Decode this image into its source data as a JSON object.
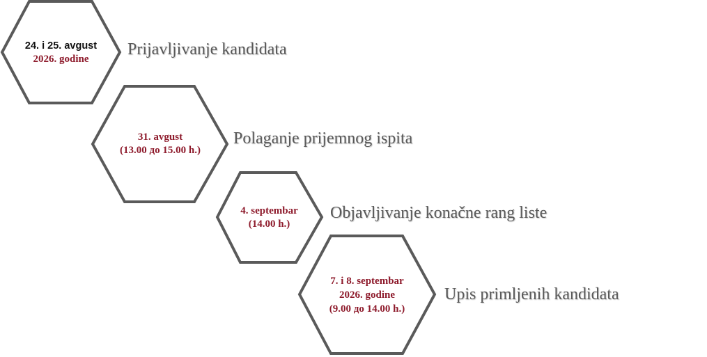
{
  "colors": {
    "hex_stroke": "#5a5a5a",
    "date_accent": "#8e1b2c",
    "label_text": "#595959"
  },
  "steps": [
    {
      "date_lines": [
        "24. i 25. avgust",
        "2026. godine"
      ],
      "title": "Prijavljivanje kandidata"
    },
    {
      "date_lines": [
        "31. avgust",
        "(13.00 до 15.00 h.)"
      ],
      "title": "Polaganje prijemnog ispita"
    },
    {
      "date_lines": [
        "4. septembar",
        "(14.00 h.)"
      ],
      "title": "Objavljivanje konačne rang liste"
    },
    {
      "date_lines": [
        "7. i 8. septembar",
        "2026. godine",
        "(9.00 до 14.00 h.)"
      ],
      "title": "Upis primljenih kandidata"
    }
  ]
}
